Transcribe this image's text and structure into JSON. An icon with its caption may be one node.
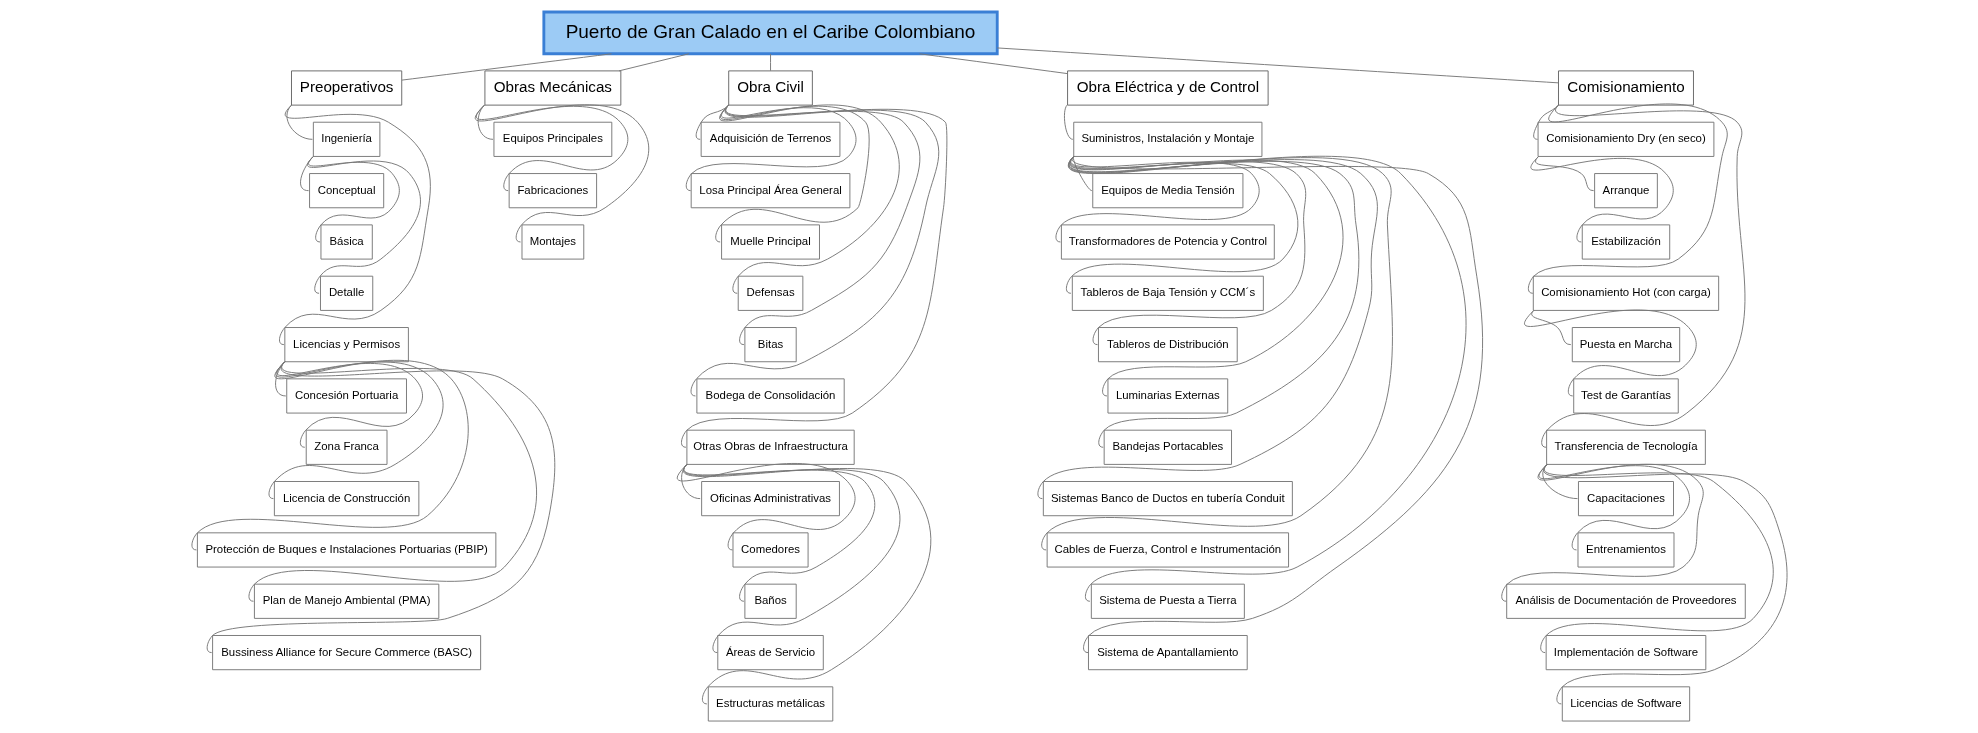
{
  "diagram": {
    "nodes": [
      {
        "text": [
          "Puerto de Gran Calado en el Caribe Colombiano"
        ]
      },
      {
        "text": [
          "Preoperativos"
        ]
      },
      {
        "text": [
          "Ingeniería"
        ]
      },
      {
        "text": [
          "Conceptual"
        ]
      },
      {
        "text": [
          "Básica"
        ]
      },
      {
        "text": [
          "Detalle"
        ]
      },
      {
        "text": [
          "Licencias y Permisos"
        ]
      },
      {
        "text": [
          "Concesión Portuaria"
        ]
      },
      {
        "text": [
          "Zona Franca"
        ]
      },
      {
        "text": [
          "Licencia de Construcción"
        ]
      },
      {
        "text": [
          "Protección de Buques e Instalaciones Portuarias (PBIP)"
        ]
      },
      {
        "text": [
          "Plan de Manejo Ambiental (PMA)"
        ]
      },
      {
        "text": [
          "Bussiness Alliance for Secure Commerce (BASC)"
        ]
      },
      {
        "text": [
          "Obras Mecánicas"
        ]
      },
      {
        "text": [
          "Equipos Principales"
        ]
      },
      {
        "text": [
          "Fabricaciones"
        ]
      },
      {
        "text": [
          "Montajes"
        ]
      },
      {
        "text": [
          "Obra Civil"
        ]
      },
      {
        "text": [
          "Adquisición de Terrenos"
        ]
      },
      {
        "text": [
          "Losa Principal Área General"
        ]
      },
      {
        "text": [
          "Muelle Principal"
        ]
      },
      {
        "text": [
          "Defensas"
        ]
      },
      {
        "text": [
          "Bitas"
        ]
      },
      {
        "text": [
          "Bodega de Consolidación"
        ]
      },
      {
        "text": [
          "Otras Obras de Infraestructura"
        ]
      },
      {
        "text": [
          "Oficinas Administrativas"
        ]
      },
      {
        "text": [
          "Comedores"
        ]
      },
      {
        "text": [
          "Baños"
        ]
      },
      {
        "text": [
          "Áreas de Servicio"
        ]
      },
      {
        "text": [
          "Estructuras metálicas"
        ]
      },
      {
        "text": [
          "Obra Eléctrica y de Control"
        ]
      },
      {
        "text": [
          "Suministros, Instalación y Montaje"
        ]
      },
      {
        "text": [
          "Equipos de Media Tensión"
        ]
      },
      {
        "text": [
          "Transformadores de Potencia y Control"
        ]
      },
      {
        "text": [
          "Tableros de Baja Tensión y CCM´s"
        ]
      },
      {
        "text": [
          "Tableros de Distribución"
        ]
      },
      {
        "text": [
          "Luminarias Externas"
        ]
      },
      {
        "text": [
          "Bandejas Portacables"
        ]
      },
      {
        "text": [
          "Sistemas Banco de Ductos en tubería Conduit"
        ]
      },
      {
        "text": [
          "Cables de Fuerza, Control e Instrumentación"
        ]
      },
      {
        "text": [
          "Sistema de Puesta a Tierra"
        ]
      },
      {
        "text": [
          "Sistema de Apantallamiento"
        ]
      },
      {
        "text": [
          "Comisionamiento"
        ]
      },
      {
        "text": [
          "Comisionamiento Dry (en seco)"
        ]
      },
      {
        "text": [
          "Arranque"
        ]
      },
      {
        "text": [
          "Estabilización"
        ]
      },
      {
        "text": [
          "Comisionamiento Hot (con carga)"
        ]
      },
      {
        "text": [
          "Puesta en Marcha"
        ]
      },
      {
        "text": [
          "Test de Garantías"
        ]
      },
      {
        "text": [
          "Transferencia de Tecnología"
        ]
      },
      {
        "text": [
          "Capacitaciones"
        ]
      },
      {
        "text": [
          "Entrenamientos"
        ]
      },
      {
        "text": [
          "Análisis de Documentación de Proveedores"
        ]
      },
      {
        "text": [
          "Implementación de Software"
        ]
      },
      {
        "text": [
          "Licencias de Software"
        ]
      }
    ],
    "edges": [
      {
        "from": 0,
        "to": 1,
        "arrow": "none"
      },
      {
        "from": 0,
        "to": 13,
        "arrow": "none"
      },
      {
        "from": 0,
        "to": 17,
        "arrow": "none"
      },
      {
        "from": 0,
        "to": 30,
        "arrow": "none"
      },
      {
        "from": 0,
        "to": 42,
        "arrow": "none"
      },
      {
        "from": 1,
        "to": 2,
        "arrow": "none"
      },
      {
        "from": 2,
        "to": 3,
        "arrow": "none"
      },
      {
        "from": 2,
        "to": 4,
        "arrow": "none"
      },
      {
        "from": 2,
        "to": 5,
        "arrow": "none"
      },
      {
        "from": 1,
        "to": 6,
        "arrow": "none"
      },
      {
        "from": 6,
        "to": 7,
        "arrow": "none"
      },
      {
        "from": 6,
        "to": 8,
        "arrow": "none"
      },
      {
        "from": 6,
        "to": 9,
        "arrow": "none"
      },
      {
        "from": 6,
        "to": 10,
        "arrow": "none"
      },
      {
        "from": 6,
        "to": 11,
        "arrow": "none"
      },
      {
        "from": 6,
        "to": 12,
        "arrow": "none"
      },
      {
        "from": 13,
        "to": 14,
        "arrow": "none"
      },
      {
        "from": 13,
        "to": 15,
        "arrow": "none"
      },
      {
        "from": 13,
        "to": 16,
        "arrow": "none"
      },
      {
        "from": 17,
        "to": 18,
        "arrow": "none"
      },
      {
        "from": 17,
        "to": 19,
        "arrow": "none"
      },
      {
        "from": 17,
        "to": 20,
        "arrow": "none"
      },
      {
        "from": 17,
        "to": 21,
        "arrow": "none"
      },
      {
        "from": 17,
        "to": 22,
        "arrow": "none"
      },
      {
        "from": 17,
        "to": 23,
        "arrow": "none"
      },
      {
        "from": 17,
        "to": 24,
        "arrow": "none"
      },
      {
        "from": 24,
        "to": 25,
        "arrow": "none"
      },
      {
        "from": 24,
        "to": 26,
        "arrow": "none"
      },
      {
        "from": 24,
        "to": 27,
        "arrow": "none"
      },
      {
        "from": 24,
        "to": 28,
        "arrow": "none"
      },
      {
        "from": 24,
        "to": 29,
        "arrow": "none"
      },
      {
        "from": 30,
        "to": 31,
        "arrow": "none"
      },
      {
        "from": 31,
        "to": 32,
        "arrow": "none"
      },
      {
        "from": 31,
        "to": 33,
        "arrow": "none"
      },
      {
        "from": 31,
        "to": 34,
        "arrow": "none"
      },
      {
        "from": 31,
        "to": 35,
        "arrow": "none"
      },
      {
        "from": 31,
        "to": 36,
        "arrow": "none"
      },
      {
        "from": 31,
        "to": 37,
        "arrow": "none"
      },
      {
        "from": 31,
        "to": 38,
        "arrow": "none"
      },
      {
        "from": 31,
        "to": 39,
        "arrow": "none"
      },
      {
        "from": 31,
        "to": 40,
        "arrow": "none"
      },
      {
        "from": 31,
        "to": 41,
        "arrow": "none"
      },
      {
        "from": 42,
        "to": 43,
        "arrow": "none"
      },
      {
        "from": 43,
        "to": 44,
        "arrow": "none"
      },
      {
        "from": 43,
        "to": 45,
        "arrow": "none"
      },
      {
        "from": 42,
        "to": 46,
        "arrow": "none"
      },
      {
        "from": 46,
        "to": 47,
        "arrow": "none"
      },
      {
        "from": 46,
        "to": 48,
        "arrow": "none"
      },
      {
        "from": 42,
        "to": 49,
        "arrow": "none"
      },
      {
        "from": 49,
        "to": 50,
        "arrow": "none"
      },
      {
        "from": 49,
        "to": 51,
        "arrow": "none"
      },
      {
        "from": 49,
        "to": 52,
        "arrow": "none"
      },
      {
        "from": 49,
        "to": 53,
        "arrow": "none"
      },
      {
        "from": 49,
        "to": 54,
        "arrow": "none"
      }
    ]
  }
}
